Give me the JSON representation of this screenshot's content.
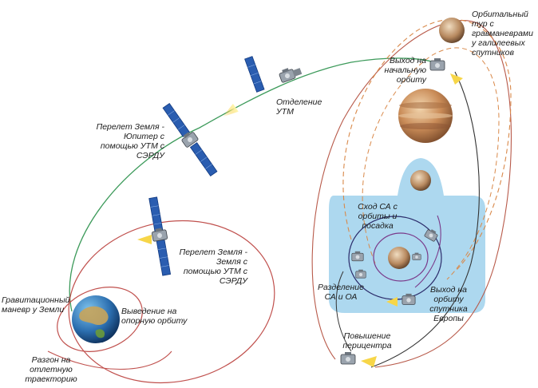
{
  "labels": {
    "orbital_tour": "Орбитальный тур с гравманеврами у галилеевых спутников",
    "exit_initial_orbit": "Выход на начальную орбиту",
    "separation_utm": "Отделение УТМ",
    "flight_earth_jupiter": "Перелет Земля - Юпитер с помощью УТМ с СЭРДУ",
    "descent_landing": "Сход СА с орбиты и посадка",
    "flight_earth_earth": "Перелет Земля - Земля с помощью УТМ с СЭРДУ",
    "gravity_assist_earth": "Гравитационный маневр у Земли",
    "launch_parking_orbit": "Выведение на опорную орбиту",
    "separation_sa_oa": "Разделение СА и ОА",
    "exit_europa_orbit": "Выход на орбиту спутника Европы",
    "pericenter_raise": "Повышение перицентра",
    "acceleration_departure": "Разгон на отлетную траекторию"
  },
  "colors": {
    "green_trajectory": "#3c9a5a",
    "red_trajectory": "#c0504d",
    "dashed_trajectory": "#d9894a",
    "dark_trajectory": "#333333",
    "purple_trajectory": "#7a3a8a",
    "europa_panel": "#a9d6ee",
    "solar_panel": "#2a5db0"
  }
}
